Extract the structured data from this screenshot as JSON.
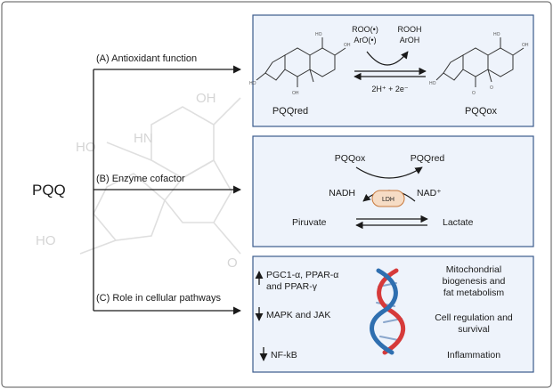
{
  "main_label": "PQQ",
  "branches": [
    {
      "label": "(A) Antioxidant function"
    },
    {
      "label": "(B) Enzyme cofactor"
    },
    {
      "label": "(C) Role in cellular pathways"
    }
  ],
  "panel_a": {
    "left_molecule": "PQQred",
    "right_molecule": "PQQox",
    "top_left_1": "ROO(•)",
    "top_left_2": "ArO(•)",
    "top_right_1": "ROOH",
    "top_right_2": "ArOH",
    "bottom_text": "2H⁺  +  2e⁻"
  },
  "panel_b": {
    "pqqox": "PQQox",
    "pqqred": "PQQred",
    "nadh": "NADH",
    "nad": "NAD⁺",
    "enzyme": "LDH",
    "substrate": "Piruvate",
    "product": "Lactate"
  },
  "panel_c": {
    "left": [
      {
        "arrow": "up",
        "lines": [
          "PGC1-α, PPAR-α",
          "and PPAR-γ"
        ]
      },
      {
        "arrow": "down",
        "lines": [
          "MAPK and JAK"
        ]
      },
      {
        "arrow": "down",
        "lines": [
          "NF-kB"
        ]
      }
    ],
    "right": [
      {
        "lines": [
          "Mitochondrial",
          "biogenesis and",
          "fat metabolism"
        ]
      },
      {
        "lines": [
          "Cell regulation and",
          "survival"
        ]
      },
      {
        "lines": [
          "Inflammation"
        ]
      }
    ]
  },
  "colors": {
    "panel_fill": "#eef3fb",
    "panel_stroke": "#3b5b8c",
    "enzyme_fill": "#f6dcc5",
    "enzyme_stroke": "#c8793c",
    "dna_red": "#d63a3a",
    "dna_blue": "#2f6fb0"
  }
}
